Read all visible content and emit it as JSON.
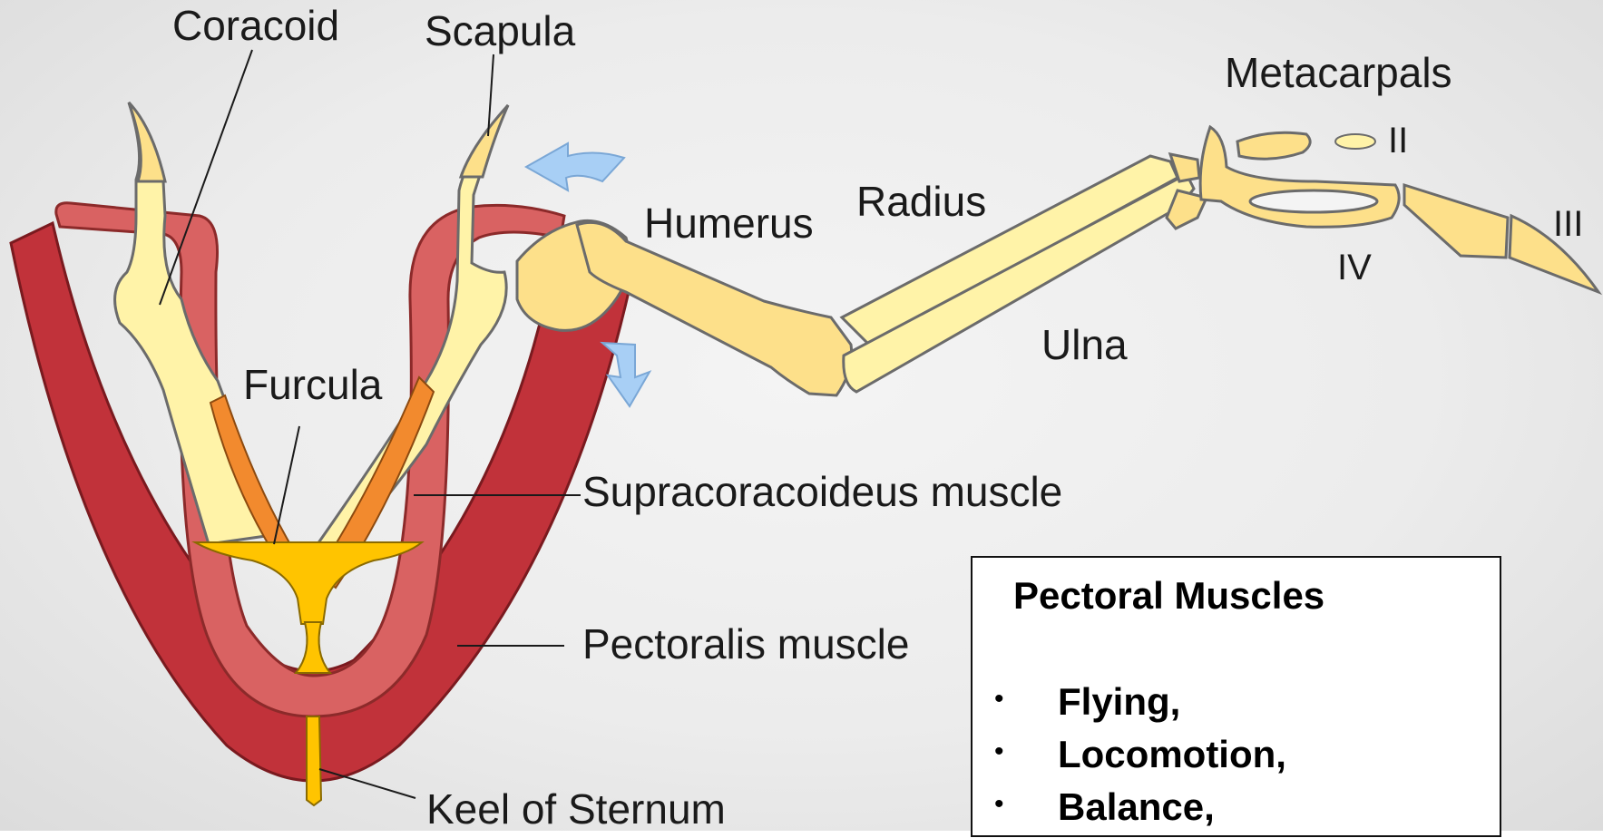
{
  "labels": {
    "coracoid": "Coracoid",
    "scapula": "Scapula",
    "metacarpals": "Metacarpals",
    "digit_ii": "II",
    "humerus": "Humerus",
    "radius": "Radius",
    "digit_iii": "III",
    "digit_iv": "IV",
    "ulna": "Ulna",
    "furcula": "Furcula",
    "supracoracoideus": "Supracoracoideus muscle",
    "pectoralis": "Pectoralis muscle",
    "keel": "Keel of Sternum"
  },
  "infobox": {
    "title": "Pectoral Muscles",
    "items": [
      "Flying,",
      "Locomotion,",
      "Balance,"
    ],
    "bullet": "•"
  },
  "colors": {
    "pectoralis": "#c1323a",
    "supracoracoideus": "#d96262",
    "accent_muscle": "#f28a2e",
    "bone": "#fff3a8",
    "wing_bone": "#fde08a",
    "keel": "#ffc400",
    "arrow": "#a8cff5",
    "outline": "#6b6b6b"
  }
}
